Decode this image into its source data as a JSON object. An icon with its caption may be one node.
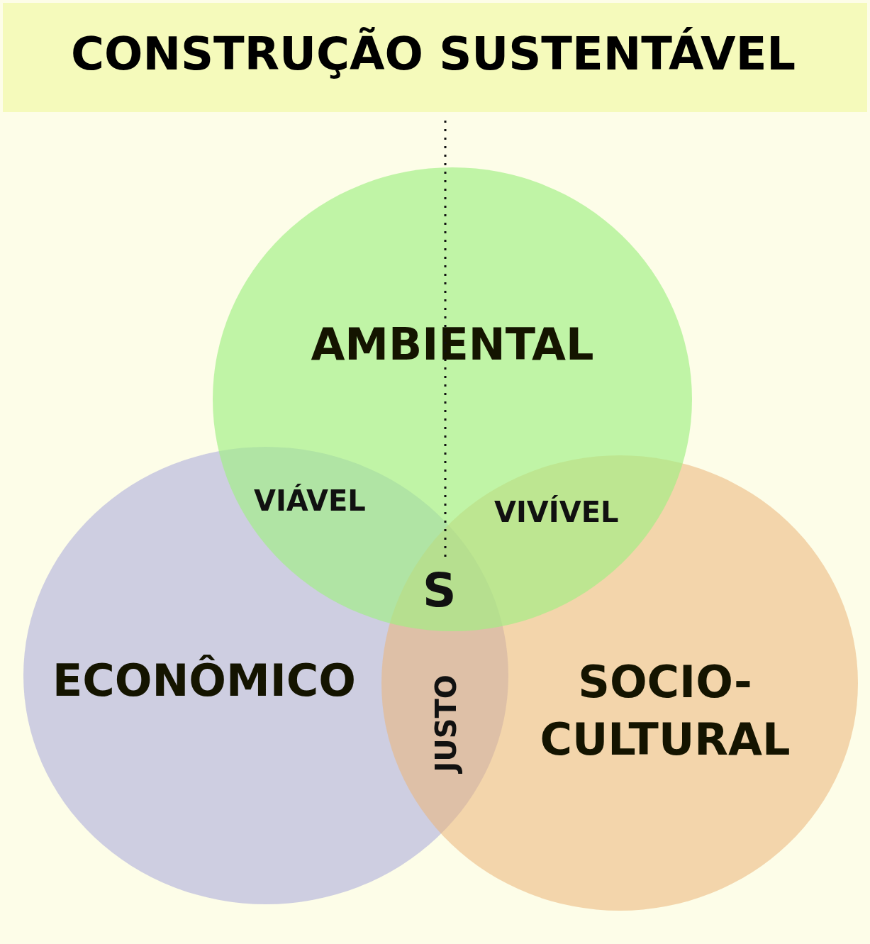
{
  "diagram": {
    "title": "CONSTRUÇÃO SUSTENTÁVEL",
    "nodes": [
      {
        "text": [
          "AMBIENTAL"
        ]
      },
      {
        "text": [
          "ECONÔMICO"
        ]
      },
      {
        "text": [
          "SOCIO- CULTURAL"
        ]
      }
    ],
    "labels": [
      "VIÁVEL",
      "VIVÍVEL",
      "S",
      "JUSTO"
    ]
  }
}
